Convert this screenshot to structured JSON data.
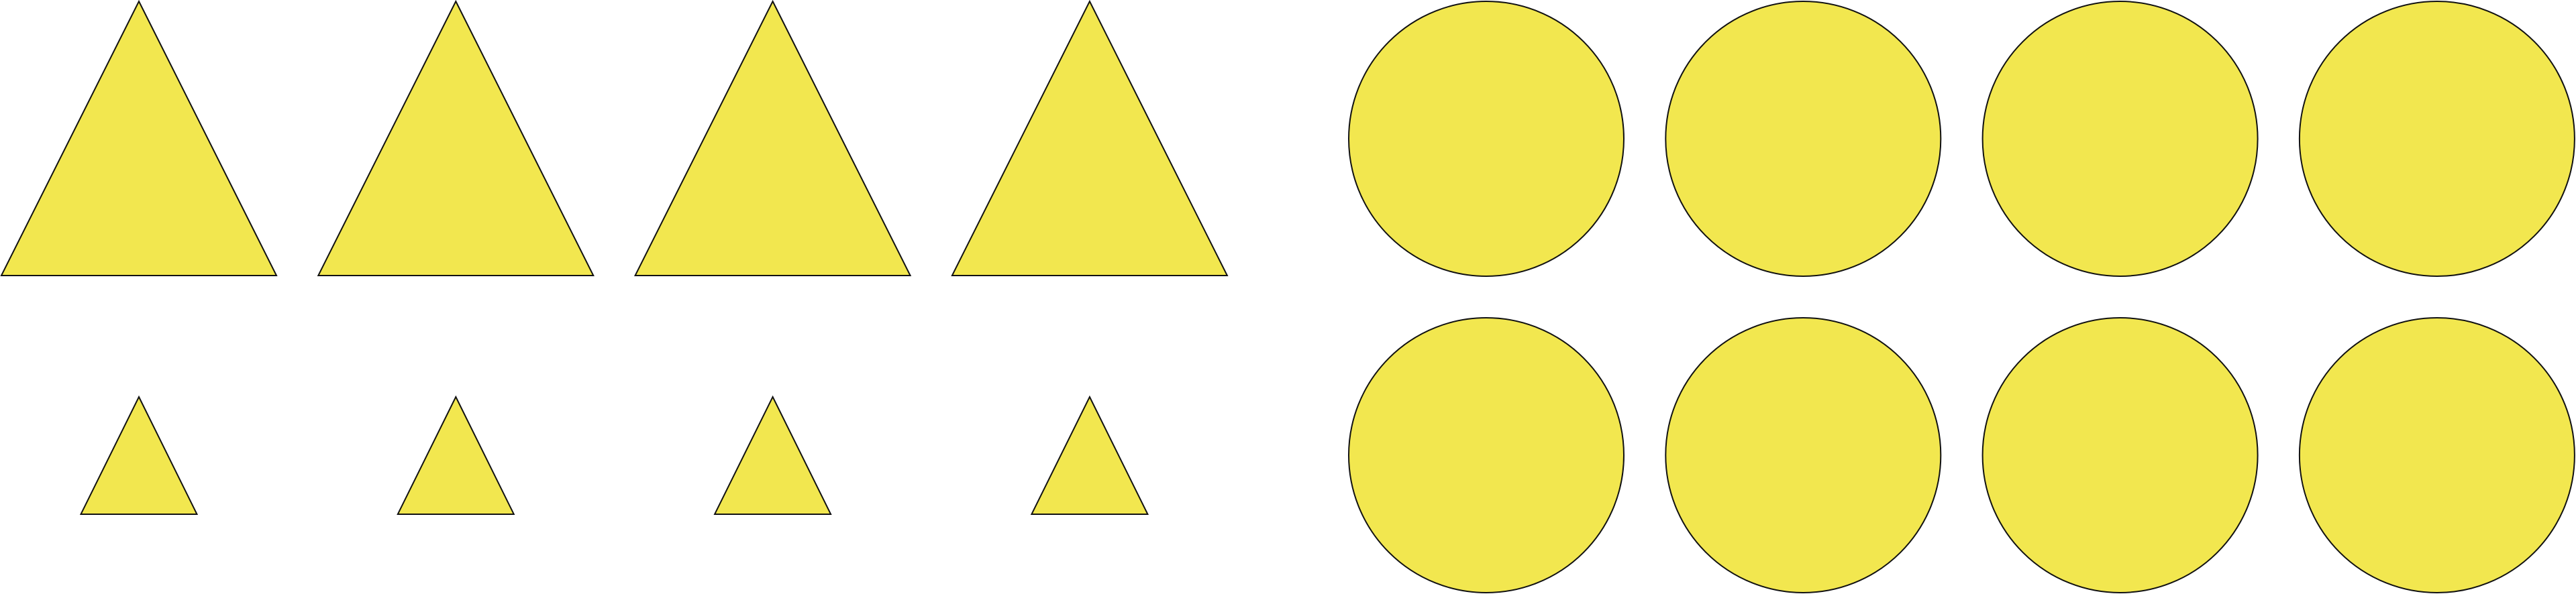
{
  "shapes": {
    "fill_color": "#f2e74f",
    "stroke_color": "#111111",
    "background_color": "#ffffff",
    "large_triangles": {
      "shape": "triangle",
      "count": 4
    },
    "small_triangles": {
      "shape": "triangle",
      "count": 4
    },
    "circles_top_row": {
      "shape": "circle",
      "count": 4
    },
    "circles_bottom_row": {
      "shape": "circle",
      "count": 4
    }
  }
}
